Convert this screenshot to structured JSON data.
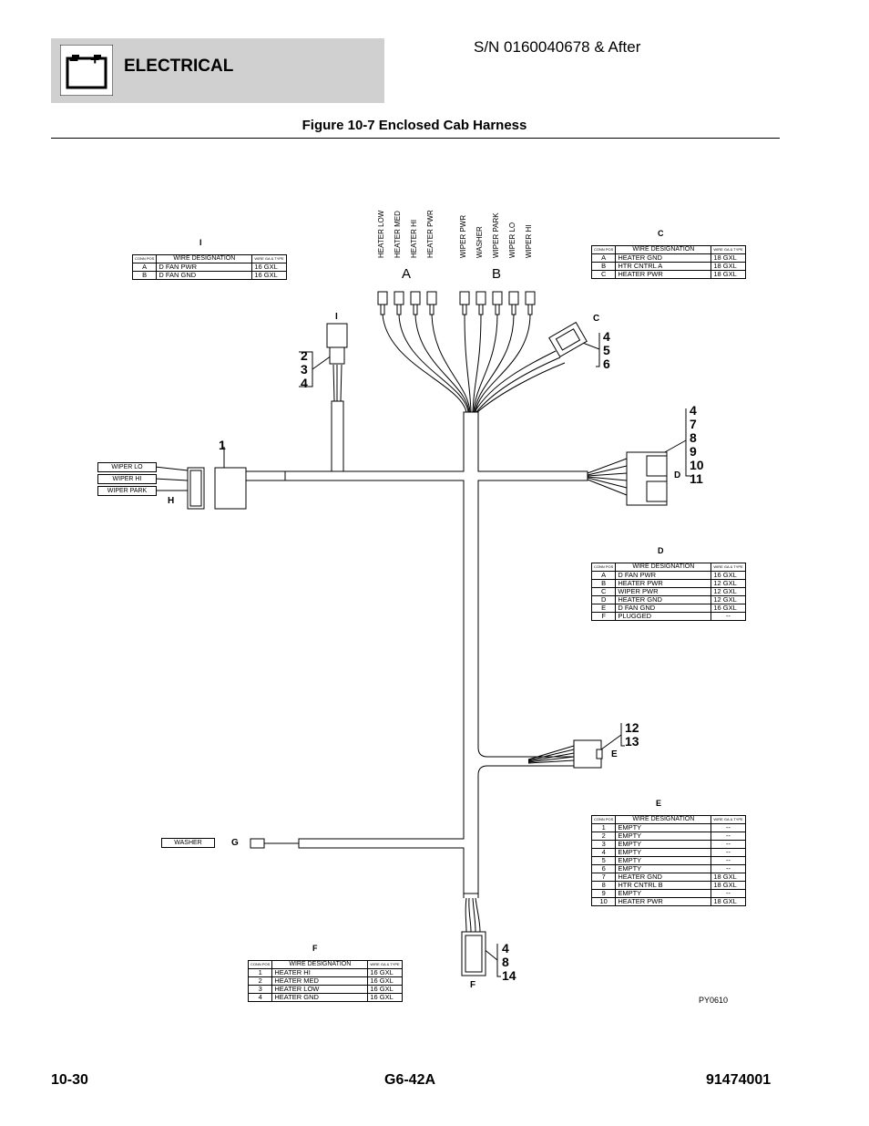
{
  "header": {
    "section": "ELECTRICAL",
    "serial": "S/N 0160040678 & After",
    "battery_minus": "–",
    "battery_plus": "+"
  },
  "figure_title": "Figure 10-7 Enclosed Cab Harness",
  "footer": {
    "left": "10-30",
    "center": "G6-42A",
    "right": "91474001"
  },
  "part_number": "PY0610",
  "table_headers": {
    "conn": "CONN POS",
    "wire": "WIRE DESIGNATION",
    "gauge": "WIRE GA & TYPE"
  },
  "tables": {
    "I": {
      "label": "I",
      "rows": [
        {
          "pos": "A",
          "wire": "D FAN PWR",
          "ga": "16 GXL"
        },
        {
          "pos": "B",
          "wire": "D FAN GND",
          "ga": "16 GXL"
        }
      ]
    },
    "C": {
      "label": "C",
      "rows": [
        {
          "pos": "A",
          "wire": "HEATER GND",
          "ga": "18 GXL"
        },
        {
          "pos": "B",
          "wire": "HTR CNTRL A",
          "ga": "18 GXL"
        },
        {
          "pos": "C",
          "wire": "HEATER PWR",
          "ga": "18 GXL"
        }
      ]
    },
    "D": {
      "label": "D",
      "rows": [
        {
          "pos": "A",
          "wire": "D FAN PWR",
          "ga": "16 GXL"
        },
        {
          "pos": "B",
          "wire": "HEATER PWR",
          "ga": "12 GXL"
        },
        {
          "pos": "C",
          "wire": "WIPER PWR",
          "ga": "12 GXL"
        },
        {
          "pos": "D",
          "wire": "HEATER GND",
          "ga": "12 GXL"
        },
        {
          "pos": "E",
          "wire": "D FAN GND",
          "ga": "16 GXL"
        },
        {
          "pos": "F",
          "wire": "PLUGGED",
          "ga": "--"
        }
      ]
    },
    "E": {
      "label": "E",
      "rows": [
        {
          "pos": "1",
          "wire": "EMPTY",
          "ga": "--"
        },
        {
          "pos": "2",
          "wire": "EMPTY",
          "ga": "--"
        },
        {
          "pos": "3",
          "wire": "EMPTY",
          "ga": "--"
        },
        {
          "pos": "4",
          "wire": "EMPTY",
          "ga": "--"
        },
        {
          "pos": "5",
          "wire": "EMPTY",
          "ga": "--"
        },
        {
          "pos": "6",
          "wire": "EMPTY",
          "ga": "--"
        },
        {
          "pos": "7",
          "wire": "HEATER GND",
          "ga": "18 GXL"
        },
        {
          "pos": "8",
          "wire": "HTR CNTRL B",
          "ga": "18 GXL"
        },
        {
          "pos": "9",
          "wire": "EMPTY",
          "ga": "--"
        },
        {
          "pos": "10",
          "wire": "HEATER PWR",
          "ga": "18 GXL"
        }
      ]
    },
    "F": {
      "label": "F",
      "rows": [
        {
          "pos": "1",
          "wire": "HEATER HI",
          "ga": "16 GXL"
        },
        {
          "pos": "2",
          "wire": "HEATER MED",
          "ga": "16 GXL"
        },
        {
          "pos": "3",
          "wire": "HEATER LOW",
          "ga": "16 GXL"
        },
        {
          "pos": "4",
          "wire": "HEATER GND",
          "ga": "16 GXL"
        }
      ]
    }
  },
  "terminal_labels": {
    "t1": "HEATER LOW",
    "t2": "HEATER MED",
    "t3": "HEATER HI",
    "t4": "HEATER PWR",
    "t5": "WIPER PWR",
    "t6": "WASHER",
    "t7": "WIPER PARK",
    "t8": "WIPER LO",
    "t9": "WIPER HI"
  },
  "group_labels": {
    "a": "A",
    "b": "B"
  },
  "side_labels": {
    "wiper_lo": "WIPER LO",
    "wiper_hi": "WIPER HI",
    "wiper_park": "WIPER PARK",
    "washer": "WASHER"
  },
  "connector_letters": {
    "I": "I",
    "C": "C",
    "D": "D",
    "E": "E",
    "F": "F",
    "G": "G",
    "H": "H"
  },
  "item_numbers": {
    "i": {
      "n1": "2",
      "n2": "3",
      "n3": "4"
    },
    "c": {
      "n1": "4",
      "n2": "5",
      "n3": "6"
    },
    "d": {
      "n1": "4",
      "n2": "7",
      "n3": "8",
      "n4": "9",
      "n5": "10",
      "n6": "11"
    },
    "e": {
      "n1": "12",
      "n2": "13"
    },
    "f": {
      "n1": "4",
      "n2": "8",
      "n3": "14"
    },
    "h": {
      "n1": "1"
    }
  }
}
